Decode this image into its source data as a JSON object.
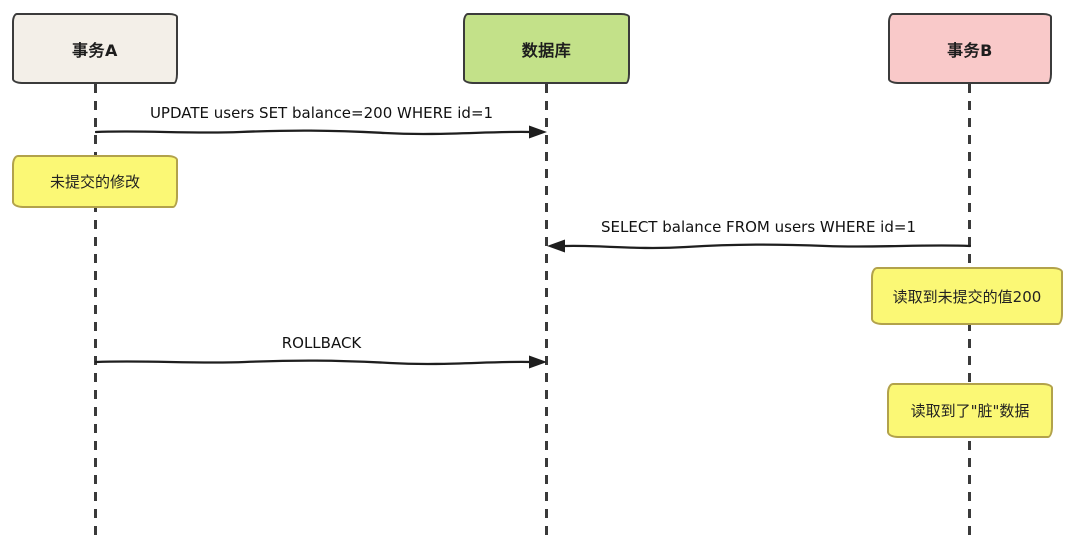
{
  "diagram": {
    "kind": "sequence-diagram",
    "topic": "dirty read between two database transactions",
    "colors": {
      "actor_a_fill": "#f3efe8",
      "database_fill": "#c3e189",
      "actor_b_fill": "#f9c9c9",
      "note_fill": "#fbf875",
      "note_border": "#b2a24b",
      "stroke": "#3b3b3b",
      "background": "#ffffff"
    },
    "actors": [
      {
        "id": "transaction-a",
        "label": "事务A"
      },
      {
        "id": "database",
        "label": "数据库"
      },
      {
        "id": "transaction-b",
        "label": "事务B"
      }
    ],
    "messages": [
      {
        "from": "transaction-a",
        "to": "database",
        "direction": "right",
        "label": "UPDATE users SET balance=200 WHERE id=1"
      },
      {
        "from": "transaction-b",
        "to": "database",
        "direction": "left",
        "label": "SELECT balance FROM users WHERE id=1"
      },
      {
        "from": "transaction-a",
        "to": "database",
        "direction": "right",
        "label": "ROLLBACK"
      }
    ],
    "notes": [
      {
        "over": "transaction-a",
        "label": "未提交的修改"
      },
      {
        "over": "transaction-b",
        "label": "读取到未提交的值200"
      },
      {
        "over": "transaction-b",
        "label": "读取到了\"脏\"数据"
      }
    ]
  }
}
